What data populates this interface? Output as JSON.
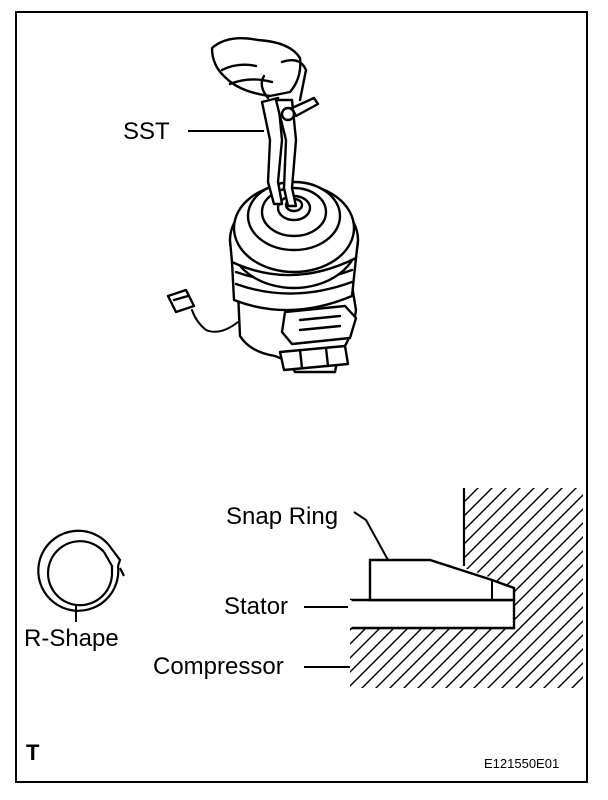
{
  "labels": {
    "sst": "SST",
    "snap_ring": "Snap Ring",
    "stator": "Stator",
    "compressor": "Compressor",
    "r_shape": "R-Shape",
    "corner_mark": "T",
    "figure_id": "E121550E01"
  },
  "colors": {
    "line": "#000000",
    "background": "#ffffff"
  }
}
